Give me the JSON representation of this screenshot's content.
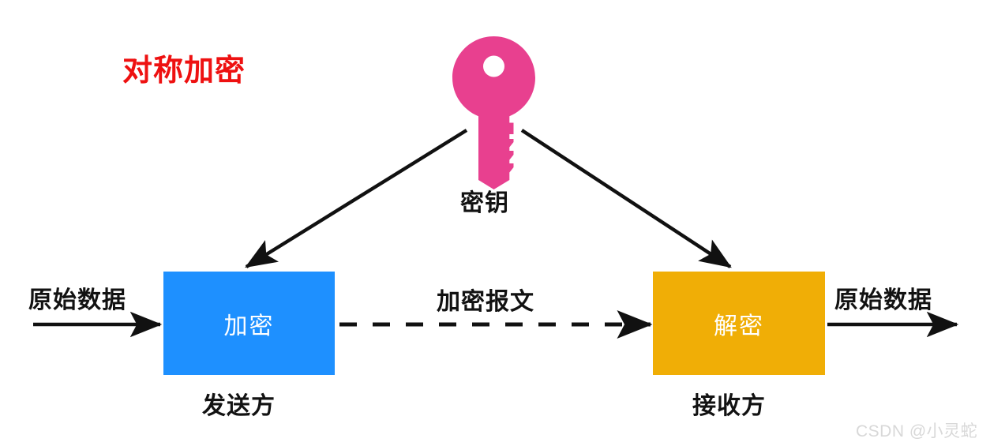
{
  "diagram": {
    "title": "对称加密",
    "title_color": "#ee1111",
    "background_color": "#ffffff"
  },
  "key": {
    "icon_name": "key-icon",
    "color": "#e8408f",
    "label": "密钥"
  },
  "boxes": [
    {
      "id": "encrypt",
      "label": "加密",
      "color": "#1e90ff",
      "text_color": "#ffffff",
      "caption": "发送方"
    },
    {
      "id": "decrypt",
      "label": "解密",
      "color": "#f0ae06",
      "text_color": "#ffffff",
      "caption": "接收方"
    }
  ],
  "flow_labels": {
    "input_left": "原始数据",
    "cipher_middle": "加密报文",
    "output_right": "原始数据"
  },
  "arrows": [
    {
      "name": "key-to-encrypt",
      "style": "solid",
      "direction": "down-left"
    },
    {
      "name": "key-to-decrypt",
      "style": "solid",
      "direction": "down-right"
    },
    {
      "name": "plaintext-into-encrypt",
      "style": "solid",
      "direction": "right"
    },
    {
      "name": "ciphertext-to-decrypt",
      "style": "dashed",
      "direction": "right"
    },
    {
      "name": "plaintext-out-of-decrypt",
      "style": "solid",
      "direction": "right"
    }
  ],
  "watermark": {
    "text": "CSDN @小灵蛇",
    "color": "#d8d8d8"
  }
}
